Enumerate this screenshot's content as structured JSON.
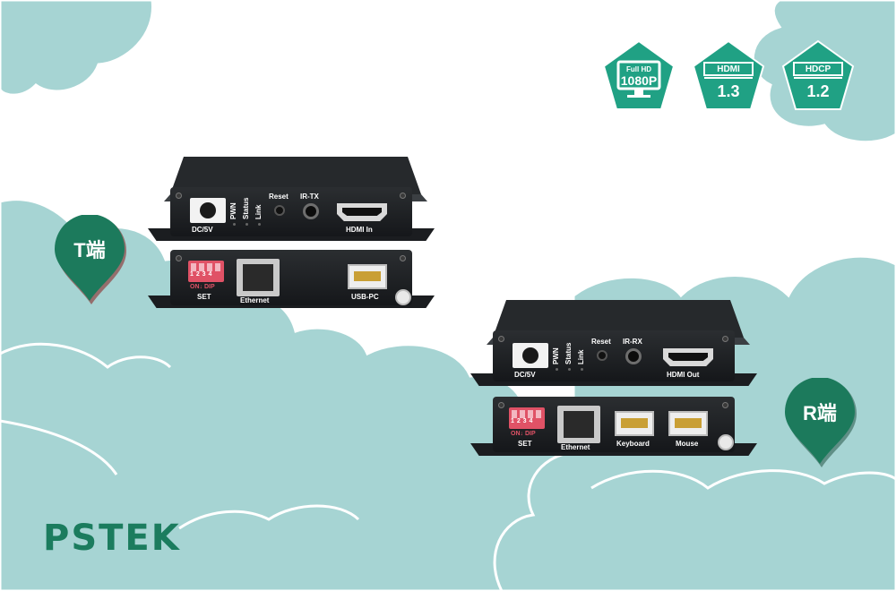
{
  "brand": {
    "logo_text": "PSTEK",
    "color": "#1b7c5e"
  },
  "colors": {
    "cloud": "#a6d4d3",
    "cloud_outline": "#ffffff",
    "badge": "#20a184",
    "pin": "#1c7a5c",
    "pin_shadow": "#8a2a2a"
  },
  "badges": [
    {
      "line1": "Full HD",
      "line2": "1080P",
      "icon": "monitor-icon"
    },
    {
      "line1": "HDMI",
      "line2": "1.3",
      "icon": "hdmi-logo-icon"
    },
    {
      "line1": "HDCP",
      "line2": "1.2",
      "icon": "hdcp-logo-icon"
    }
  ],
  "pins": {
    "transmitter": "T端",
    "receiver": "R端"
  },
  "transmitter": {
    "front": {
      "dc": "DC/5V",
      "pwn": "PWN",
      "status": "Status",
      "link": "Link",
      "reset": "Reset",
      "ir": "IR-TX",
      "hdmi": "HDMI In"
    },
    "rear": {
      "dip_numbers": "1 2 3 4",
      "dip_sub": "ON↓ DIP",
      "set": "SET",
      "ethernet": "Ethernet",
      "usb": "USB-PC"
    }
  },
  "receiver": {
    "front": {
      "dc": "DC/5V",
      "pwn": "PWN",
      "status": "Status",
      "link": "Link",
      "reset": "Reset",
      "ir": "IR-RX",
      "hdmi": "HDMI Out"
    },
    "rear": {
      "dip_numbers": "1 2 3 4",
      "dip_sub": "ON↓ DIP",
      "set": "SET",
      "ethernet": "Ethernet",
      "usb1": "Keyboard",
      "usb2": "Mouse"
    }
  }
}
